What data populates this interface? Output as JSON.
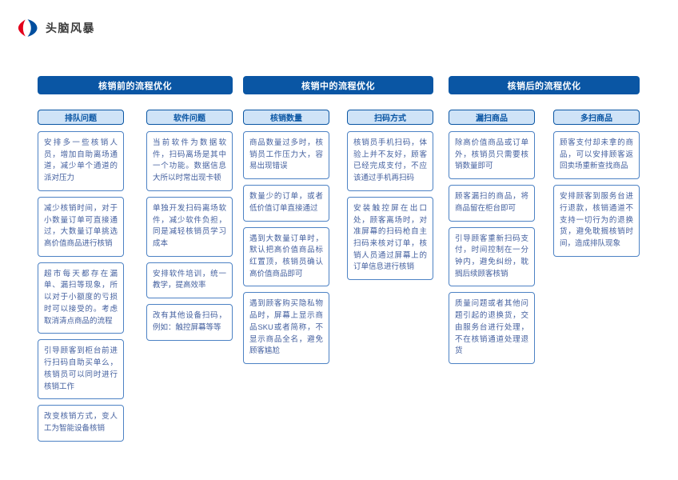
{
  "page": {
    "title": "头脑风暴"
  },
  "colors": {
    "primary": "#0a56a4",
    "card_border": "#4d82c4",
    "card_text": "#44609f",
    "subheader_bg": "#cfe3f7",
    "title_text": "#3a3a3a",
    "logo_red": "#e3001b",
    "logo_blue": "#004e9f"
  },
  "groups": [
    {
      "title": "核销前的流程优化",
      "columns": [
        {
          "label": "排队问题",
          "cards": [
            "安排多一些核销人员，增加自助离场通道，减少单个通道的派对压力",
            "减少核销时间，对于小数量订单可直接通过，大数量订单挑选高价值商品进行核销",
            "超市每天都存在漏单、漏扫等现象，所以对于小额度的亏损时可以接受的。考虑取消清点商品的流程",
            "引导顾客到柜台前进行扫码自助买单么，核销员可以同时进行核销工作",
            "改变核销方式，变人工为智能设备核销"
          ]
        },
        {
          "label": "软件问题",
          "cards": [
            "当前软件为数据软件，扫码离场是其中一个功能。数据信息大所以时常出现卡顿",
            "单独开发扫码离场软件，减少软件负担，同是减轻核销员学习成本",
            "安排软件培训，统一教学，提高效率",
            "改有其他设备扫码，例如：触控屏幕等等"
          ]
        }
      ]
    },
    {
      "title": "核销中的流程优化",
      "columns": [
        {
          "label": "核销数量",
          "cards": [
            "商品数量过多时，核销员工作压力大，容易出现错误",
            "数量少的订单，或者低价值订单直接通过",
            "遇到大数量订单时，默认把高价值商品标红置顶，核销员确认高价值商品即可",
            "遇到顾客购买隐私物品时，屏幕上显示商品SKU或者简称，不显示商品全名，避免顾客尴尬"
          ]
        },
        {
          "label": "扫码方式",
          "cards": [
            "核销员手机扫码，体验上并不友好，顾客已经完成支付，不应该通过手机再扫码",
            "安装触控屏在出口处，顾客离场时，对准屏幕的扫码枪自主扫码来核对订单，核销人员通过屏幕上的订单信息进行核销"
          ]
        }
      ]
    },
    {
      "title": "核销后的流程优化",
      "columns": [
        {
          "label": "漏扫商品",
          "cards": [
            "除高价值商品或订单外，核销员只需要核销数量即可",
            "顾客漏扫的商品，将商品留在柜台即可",
            "引导顾客重新扫码支付，时间控制在一分钟内，避免纠纷，耽搁后续顾客核销",
            "质量问题或者其他问题引起的退换货，交由服务台进行处理，不在核销通道处理退货"
          ]
        },
        {
          "label": "多扫商品",
          "cards": [
            "顾客支付却未拿的商品，可以安排顾客返回卖场重新查找商品",
            "安排顾客到服务台进行退款，核销通道不支持一切行为的退换货，避免耽搁核销时间，造成排队现象"
          ]
        }
      ]
    }
  ]
}
